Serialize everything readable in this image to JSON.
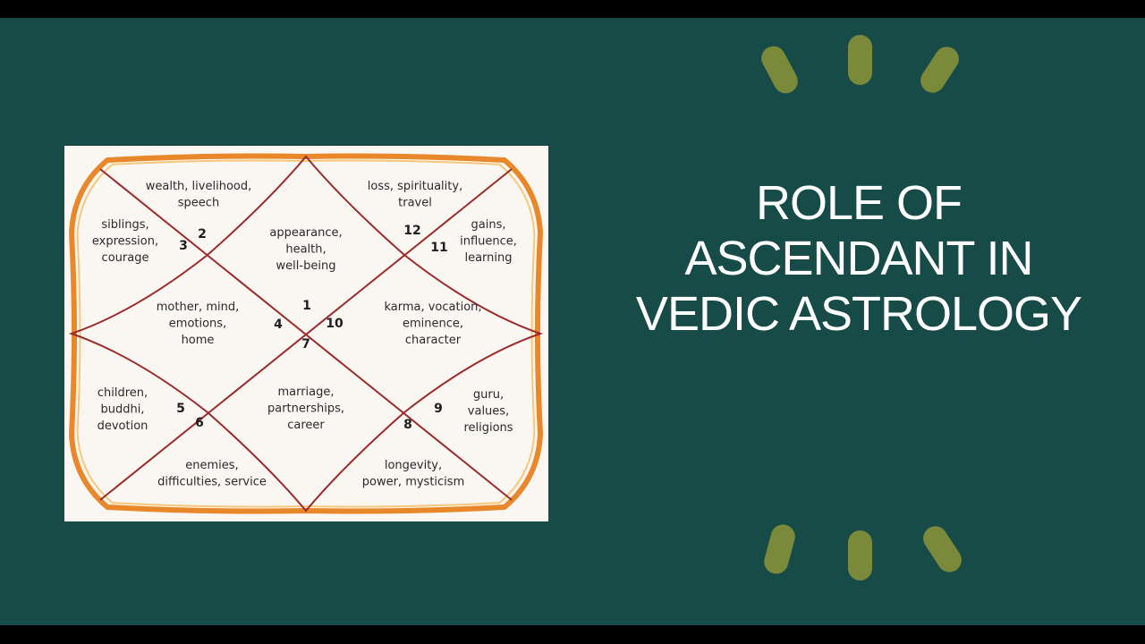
{
  "slide": {
    "title_lines": [
      "ROLE OF",
      "ASCENDANT IN",
      "VEDIC ASTROLOGY"
    ],
    "background_color": "#174b48",
    "title_color": "#ffffff",
    "accent_color": "#7b8a3a"
  },
  "kundli_chart": {
    "border_color": "#e8882a",
    "line_color": "#9b2a2a",
    "houses": [
      {
        "number": "1",
        "lines": [
          "appearance,",
          "health,",
          "well-being"
        ]
      },
      {
        "number": "2",
        "lines": [
          "wealth, livelihood,",
          "speech"
        ]
      },
      {
        "number": "3",
        "lines": [
          "siblings,",
          "expression,",
          "courage"
        ]
      },
      {
        "number": "4",
        "lines": [
          "mother, mind,",
          "emotions,",
          "home"
        ]
      },
      {
        "number": "5",
        "lines": [
          "children,",
          "buddhi,",
          "devotion"
        ]
      },
      {
        "number": "6",
        "lines": [
          "enemies,",
          "difficulties, service"
        ]
      },
      {
        "number": "7",
        "lines": [
          "marriage,",
          "partnerships,",
          "career"
        ]
      },
      {
        "number": "8",
        "lines": [
          "longevity,",
          "power, mysticism"
        ]
      },
      {
        "number": "9",
        "lines": [
          "guru,",
          "values,",
          "religions"
        ]
      },
      {
        "number": "10",
        "lines": [
          "karma, vocation,",
          "eminence,",
          "character"
        ]
      },
      {
        "number": "11",
        "lines": [
          "gains,",
          "influence,",
          "learning"
        ]
      },
      {
        "number": "12",
        "lines": [
          "loss, spirituality,",
          "travel"
        ]
      }
    ]
  }
}
